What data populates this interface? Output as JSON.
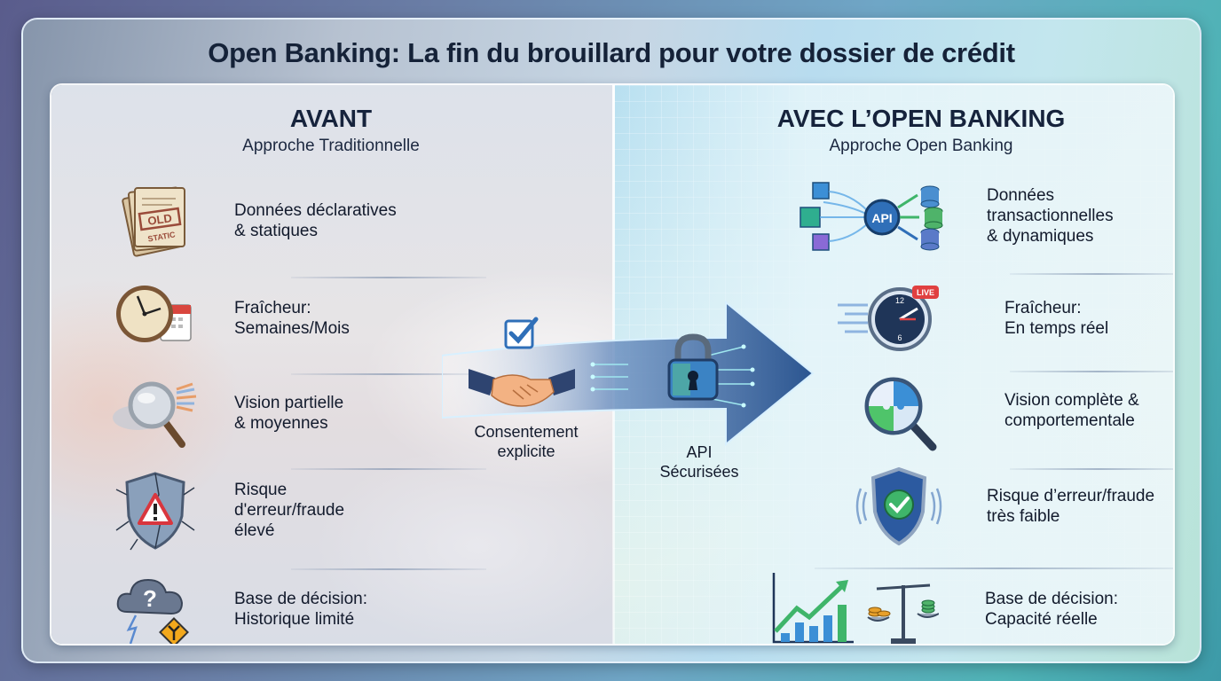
{
  "title": "Open Banking: La fin du brouillard pour votre dossier de crédit",
  "left": {
    "heading": "AVANT",
    "subheading": "Approche Traditionnelle",
    "items": [
      {
        "icon": "old-static-documents-icon",
        "stamp_top": "OLD",
        "stamp_bottom": "STATIC",
        "line1": "Données déclaratives",
        "line2": "& statiques"
      },
      {
        "icon": "clock-calendar-icon",
        "line1": "Fraîcheur:",
        "line2": "Semaines/Mois"
      },
      {
        "icon": "foggy-magnifier-icon",
        "line1": "Vision partielle",
        "line2": "& moyennes"
      },
      {
        "icon": "cracked-shield-warning-icon",
        "line1": "Risque",
        "line2": "d'erreur/fraude",
        "line3": "élevé"
      },
      {
        "icon": "storm-cloud-question-icon",
        "line1": "Base de décision:",
        "line2": "Historique limité"
      }
    ]
  },
  "middle": {
    "consent_label_1": "Consentement",
    "consent_label_2": "explicite",
    "api_label_1": "API",
    "api_label_2": "Sécurisées"
  },
  "right": {
    "heading": "AVEC L’OPEN BANKING",
    "subheading": "Approche Open Banking",
    "items": [
      {
        "icon": "api-data-flow-icon",
        "badge": "API",
        "line1": "Données",
        "line2": "transactionnelles",
        "line3": "& dynamiques"
      },
      {
        "icon": "live-clock-icon",
        "badge": "LIVE",
        "line1": "Fraîcheur:",
        "line2": "En temps réel"
      },
      {
        "icon": "puzzle-magnifier-icon",
        "line1": "Vision complète &",
        "line2": "comportementale"
      },
      {
        "icon": "shield-check-icon",
        "line1": "Risque d’erreur/fraude",
        "line2": "très faible"
      },
      {
        "icon": "growth-chart-scale-icon",
        "line1": "Base de décision:",
        "line2": "Capacité réelle"
      }
    ]
  },
  "colors": {
    "title": "#152238",
    "accent_blue": "#2f6fb8",
    "accent_green": "#3fb56a",
    "warning_red": "#d9363e"
  }
}
